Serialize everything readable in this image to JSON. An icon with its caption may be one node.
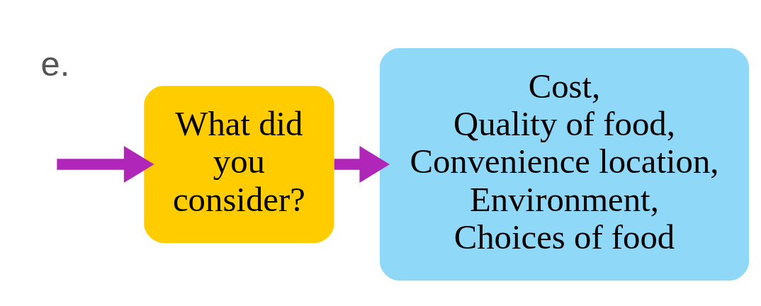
{
  "diagram": {
    "nodes": [
      {
        "text": [
          "What did you consider?"
        ]
      },
      {
        "text": [
          "Cost, Quality of food, Convenience location, Environment, Choices of food"
        ]
      }
    ],
    "edges": [
      {
        "from": null,
        "to": 0,
        "arrow": "to"
      },
      {
        "from": 0,
        "to": 1,
        "arrow": "to"
      }
    ],
    "labels": [
      "e."
    ]
  }
}
